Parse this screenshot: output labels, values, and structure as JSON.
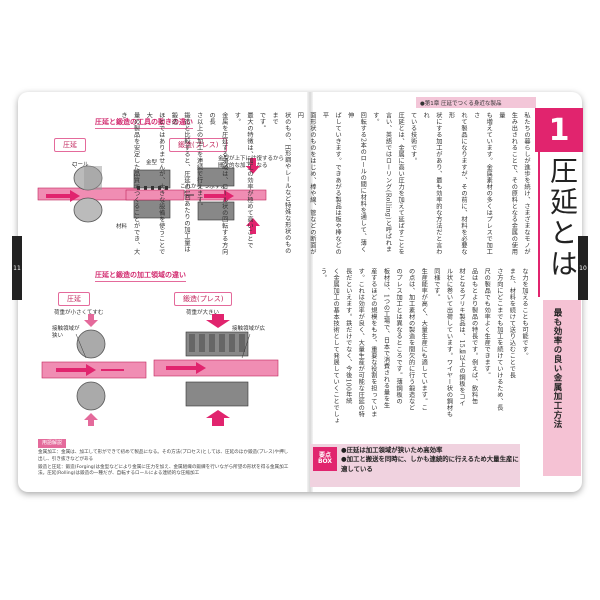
{
  "left_page": {
    "page_number": "11",
    "section1_title": "圧延と鍛造の工具の動きの違い",
    "section2_title": "圧延と鍛造の加工領域の違い",
    "fig1": {
      "rolling_label": "圧延",
      "forging_label": "鍛造(プレス)",
      "roll": "ロール",
      "material": "材料",
      "die": "金型",
      "die_motion": "金型が上下に往復するから間欠的な加工になる",
      "next_pressing": "これから つぶす領域"
    },
    "fig2": {
      "rolling_label": "圧延",
      "forging_label": "鍛造(プレス)",
      "load_small": "荷重が小さくてすむ",
      "load_large": "荷重が大きい",
      "contact_narrow": "接触領域が狭い",
      "contact_wide": "接触領域が広い"
    },
    "notes": {
      "title": "用語解説",
      "items": [
        "金属加工：金属は、加工して形ができて初めて製品になる。その方法(プロセス)としては、圧延のほか鍛造(プレス)や押し出し、引き抜きなどがある",
        "鍛造と圧延：鍛造(Forging)は金型などにより金属に圧力を加え、金属組織の鍛練を行いながら所望の形状を得る金属加工法。圧延(Rolling)は鍛造の一種だが、自転するロールによる連続的な圧縮加工"
      ]
    }
  },
  "right_page": {
    "page_number": "10",
    "chapter_bar": "●第1章 圧延でつくる身近な製品",
    "chapter_num": "1",
    "title": "圧延とは",
    "subtitle": "最も効率の良い金属加工方法",
    "columns_top": [
      "私たちの暮らしが進歩を続け、さまざまなモノが",
      "生み出されることで、その原料となる金属の使用量",
      "も増えています。金属素材の多くはプレスで加工さ",
      "れて製品になりますが、その前に、材料を必要な形",
      "状にする加工があり、最も効率的な方法だと言われ",
      "ている技術です。",
      "圧延とは、金属に高い圧力を加えて延ばすことを",
      "言い、英語ではローリング(Rolling)と呼ばれます。",
      "回転する2本のロールの間に材料を通して、薄く伸",
      "ばしていきます。できあがる製品は板や棒などの平",
      "面形状のものをはじめ、棒や線、管などの断面が円",
      "状のもの、H形鋼やレールなど特殊な形状のものまで",
      "です。",
      "最大の特徴は、加工の効率が極めて高いことです。",
      "金属を圧延する領域は、ロール状の回転する方向の長",
      "さ以上の加工を連続で行えます。",
      "鍛造と比較すると、圧延の1回あたりの加工量は鍛造",
      "ほどではありませんが、大きな設備を使うことで大",
      "量の製品を安定した品質でつくることができ、大き"
    ],
    "columns_bottom": [
      "な力を加えることも可能です。",
      "また、材料を続けて送り込むことで長",
      "さ方向にどこまでも加工を続けていけるため、長",
      "尺の製品でも効率よく生産できます。",
      "品はもとより製品の特長です。例えば、飲料缶",
      "材となるブリキ製品は、15㎞以上の鋼板をコイ",
      "ル状に巻いて出荷しています。ワイヤー状の鋼材も",
      "同様です。",
      "生産能率が高く、大量生産にも適しています。こ",
      "の点は、加工素材の製造を間欠的に行う鍛造など",
      "のプレス加工とは異なるところです。薄鋼板の",
      "板材は、1つの工場で、日本で消費される量を生",
      "産するほどの規模をもち、重要な役割を担っていま",
      "す。これは効率が良く、大量生産が可能な圧延の特",
      "長だといえます。鉄だけでなく、今後100年続",
      "く金属加工の基本技術として発展していくことでしょう。"
    ],
    "summary": {
      "badge_top": "要点",
      "badge_bottom": "BOX",
      "items": [
        "●圧延は加工領域が狭いため高効率",
        "●加工と搬送を同時に、しかも連続的に行えるため大量生産に適している"
      ]
    }
  },
  "colors": {
    "accent": "#e1246e",
    "light_pink": "#f5c2d4",
    "arrow_pink": "#e46a9b"
  }
}
